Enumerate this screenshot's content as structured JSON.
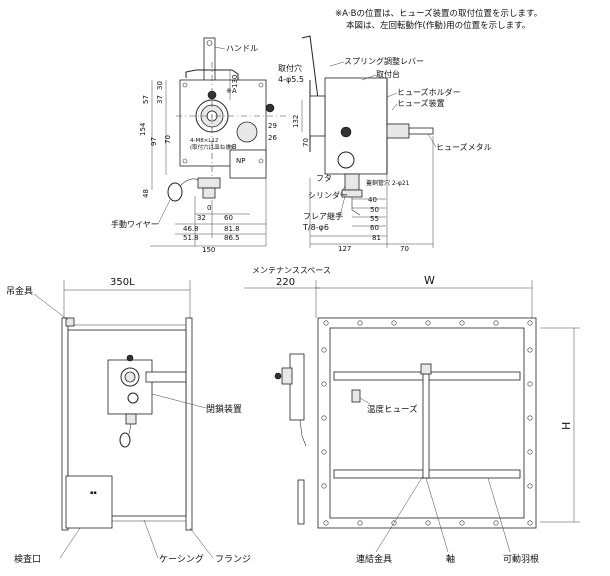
{
  "notes": {
    "line1": "※A·Bの位置は、ヒューズ装置の取付位置を示します。",
    "line2": "本図は、左回転動作(作動)用の位置を示します。"
  },
  "top_labels": {
    "handle": "ハンドル",
    "mount_hole": "取付穴",
    "mount_hole_spec": "4-φ5.5",
    "spring_lever": "スプリング調整レバー",
    "mount_base": "取付台",
    "fuse_holder": "ヒューズホルダー",
    "fuse_device": "ヒューズ装置",
    "fuse_metal": "ヒューズメタル",
    "lid": "フタ",
    "cylinder": "シリンダー",
    "flare_joint": "フレア継手",
    "flare_spec": "T/8-φ6",
    "manual_wire": "手動ワイヤー",
    "bolt_spec1": "4-M8×L12",
    "bolt_spec2": "(取付穴は皿ねじ)",
    "mark_a": "※A",
    "mark_b": "※B",
    "np": "NP",
    "pipe_spec": "蓋銅管穴 2-φ21"
  },
  "dims_front": {
    "d130": "130",
    "d37": "37",
    "d57": "57",
    "d30": "30",
    "d154": "154",
    "d97": "97",
    "d70": "70",
    "d48": "48",
    "d0": "0",
    "d32": "32",
    "d60": "60",
    "d46_8": "46.8",
    "d81_8": "81.8",
    "d51_8": "51.8",
    "d86_5": "86.5",
    "d150": "150",
    "d29": "29",
    "d26": "26"
  },
  "dims_side": {
    "d132": "132",
    "d70": "70",
    "d40": "40",
    "d50": "50",
    "d55": "55",
    "d60": "60",
    "d81": "81",
    "d127": "127",
    "d70b": "70"
  },
  "bottom_labels": {
    "hanger": "吊金具",
    "length": "350L",
    "maint_space": "メンテナンススペース",
    "maint_value": "220",
    "width": "W",
    "height": "H",
    "closing_device": "閉鎖装置",
    "temp_fuse": "温度ヒューズ",
    "inspection_port": "検査口",
    "casing": "ケーシング",
    "flange": "フランジ",
    "link_metal": "連結金具",
    "shaft": "軸",
    "blade": "可動羽根"
  }
}
